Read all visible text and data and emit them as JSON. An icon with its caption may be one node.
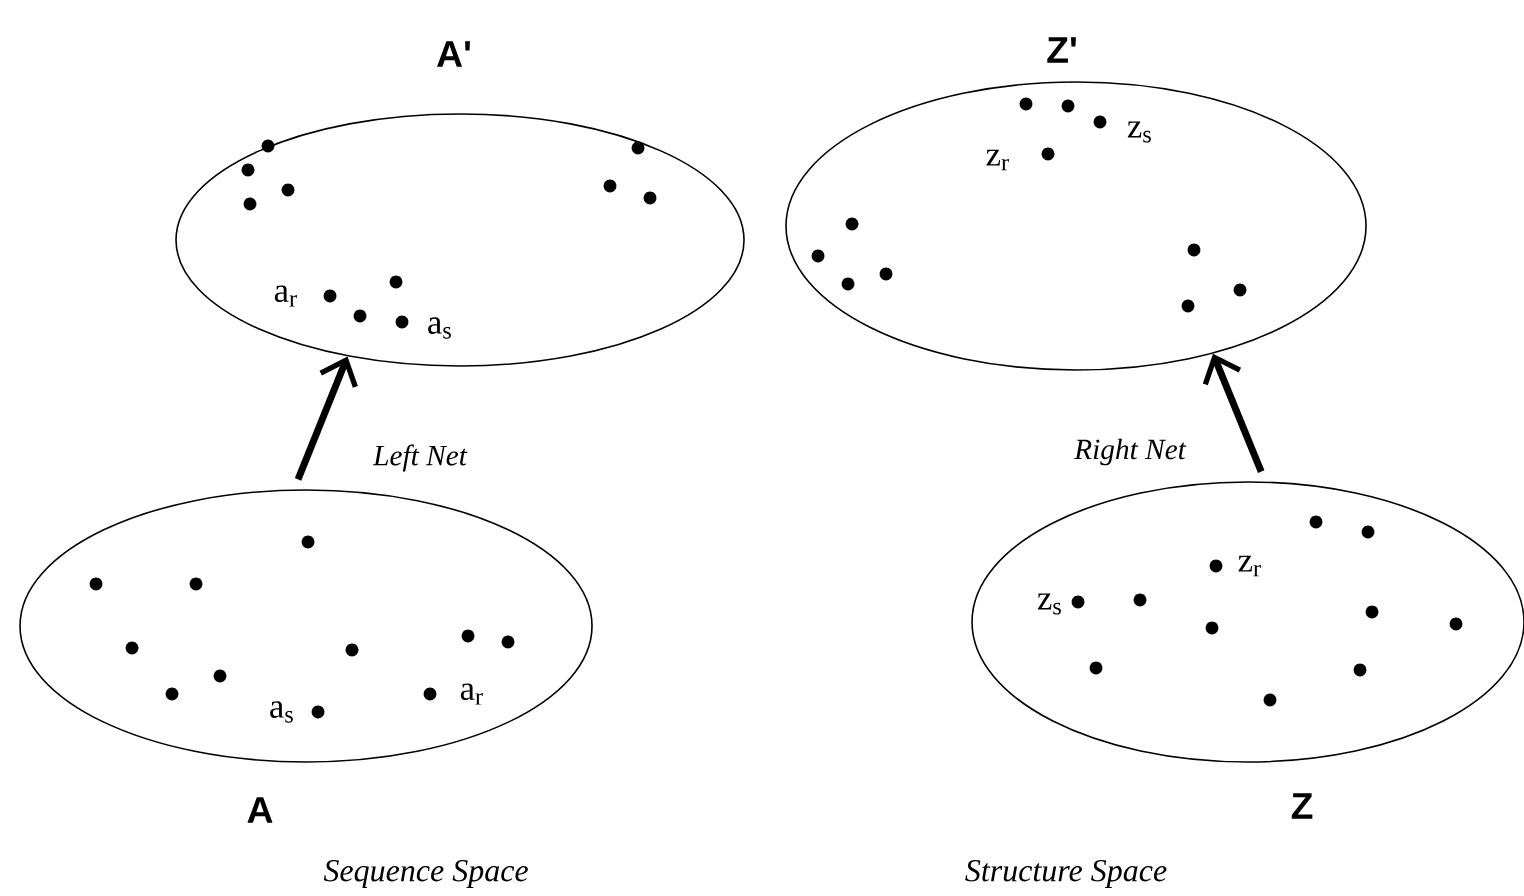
{
  "diagram": {
    "nodes": [
      {
        "text": [
          "A'"
        ]
      },
      {
        "text": [
          "Z'"
        ]
      },
      {
        "text": [
          "A"
        ]
      },
      {
        "text": [
          "Z"
        ]
      }
    ],
    "edges": [
      {
        "from": 2,
        "to": 0,
        "arrow": "to",
        "label": "Left Net"
      },
      {
        "from": 3,
        "to": 1,
        "arrow": "to",
        "label": "Right Net"
      }
    ],
    "labels": [
      "z$_{s}$",
      "z$_{r}$",
      "a$_{r}$",
      "a$_{s}$",
      "z$_{r}$",
      "z$_{s}$",
      "a$_{r}$",
      "a$_{s}$",
      "Sequence Space",
      "Structure Space"
    ]
  }
}
